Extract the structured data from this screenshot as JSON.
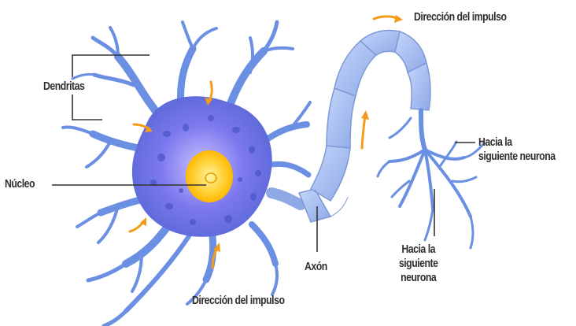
{
  "labels": {
    "dendritas": "Dendritas",
    "nucleo": "Núcleo",
    "axon": "Axón",
    "direccion_top": "Dirección del impulso",
    "direccion_bottom": "Dirección del impulso",
    "hacia_right": [
      "Hacia la",
      "siguiente neurona"
    ],
    "hacia_bottom": [
      "Hacia la",
      "siguiente",
      "neurona"
    ]
  },
  "colors": {
    "cell_body": "#6d6ee6",
    "cell_body_light": "#aeb2f2",
    "dendrite": "#6a8ee0",
    "nucleus": "#ffc21a",
    "nucleus_core": "#ffe66a",
    "axon": "#a7bff0",
    "axon_dark": "#7f99d6",
    "arrow": "#f39c1a",
    "leader_line": "#333333"
  }
}
